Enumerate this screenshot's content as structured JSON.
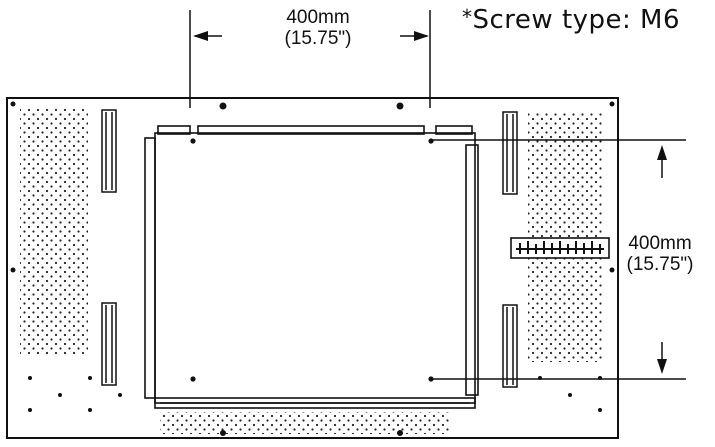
{
  "dimensions": {
    "horizontal": {
      "metric": "400mm",
      "imperial": "(15.75\")"
    },
    "vertical": {
      "metric": "400mm",
      "imperial": "(15.75\")"
    }
  },
  "note": {
    "prefix": "*",
    "text": "Screw type: M6"
  },
  "colors": {
    "line": "#111111",
    "background": "#ffffff"
  }
}
